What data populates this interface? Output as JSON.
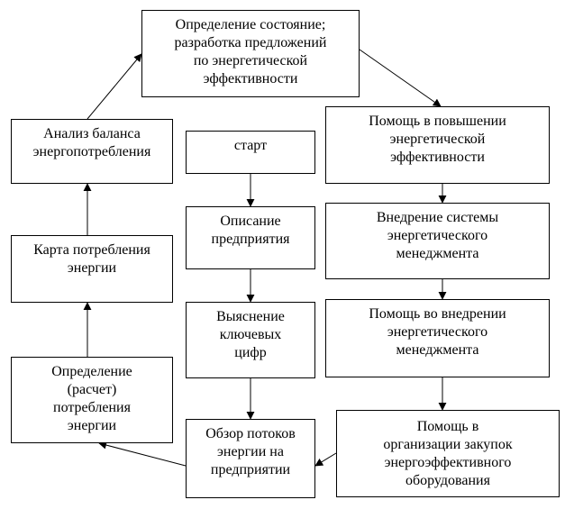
{
  "nodes": {
    "assessment": "Определение состояние;\nразработка предложений\nпо энергетической\nэффективности",
    "balance_analysis": "Анализ баланса\nэнергопотребления",
    "start": "старт",
    "efficiency_help": "Помощь в повышении\nэнергетической\nэффективности",
    "enterprise_description": "Описание\nпредприятия",
    "ems_introduction": "Внедрение системы\nэнергетического\nменеджмента",
    "consumption_map": "Карта потребления\nэнергии",
    "key_figures": "Выяснение\nключевых\nцифр",
    "ems_help": "Помощь во внедрении\nэнергетического\nменеджмента",
    "consumption_calc": "Определение\n(расчет)\nпотребления\nэнергии",
    "energy_flows": "Обзор потоков\nэнергии на\nпредприятии",
    "procurement_help": "Помощь в\nорганизации закупок\nэнергоэффективного\nоборудования"
  },
  "colors": {
    "line": "#000000",
    "fill": "#ffffff"
  }
}
